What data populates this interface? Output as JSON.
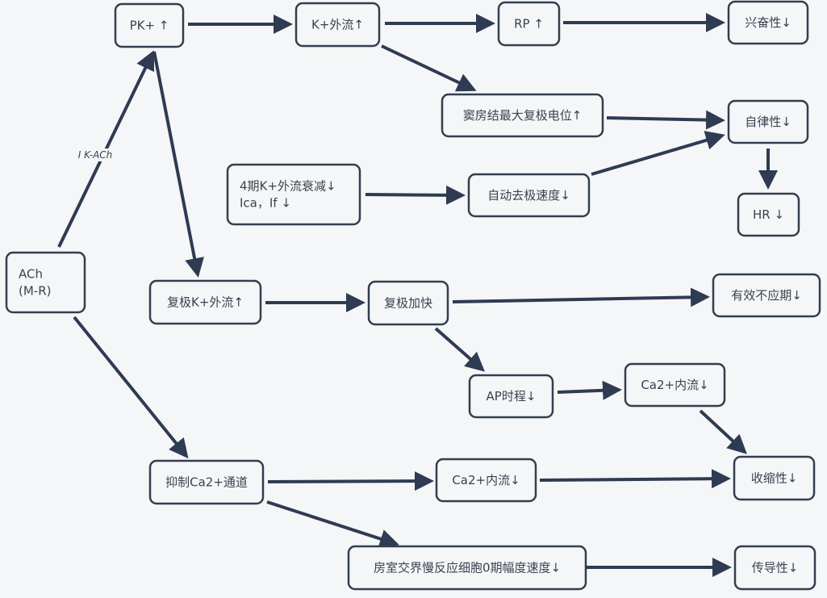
{
  "diagram": {
    "title": "",
    "colors": {
      "stroke": "#333e50",
      "arrow": "#2e3b52",
      "text": "#3a4150",
      "background": "#f5f6f7"
    },
    "nodes": {
      "ach": {
        "lines": [
          "ACh",
          " (M-R)"
        ]
      },
      "pk": {
        "lines": [
          "PK+ ↑"
        ]
      },
      "k_out": {
        "lines": [
          "K+外流↑"
        ]
      },
      "rp": {
        "lines": [
          "RP ↑"
        ]
      },
      "excitability": {
        "lines": [
          "兴奋性↓"
        ]
      },
      "sa_max_repol": {
        "lines": [
          "窦房结最大复极电位↑"
        ]
      },
      "automaticity": {
        "lines": [
          "自律性↓"
        ]
      },
      "phase4": {
        "lines": [
          "4期K+外流衰减↓",
          "Ica，If ↓"
        ]
      },
      "auto_depol": {
        "lines": [
          "自动去极速度↓"
        ]
      },
      "hr": {
        "lines": [
          "HR ↓"
        ]
      },
      "repol_k_out": {
        "lines": [
          "复极K+外流↑"
        ]
      },
      "repol_faster": {
        "lines": [
          "复极加快"
        ]
      },
      "erp": {
        "lines": [
          "有效不应期↓"
        ]
      },
      "ap_duration": {
        "lines": [
          "AP时程↓"
        ]
      },
      "ca_in_1": {
        "lines": [
          "Ca2+内流↓"
        ]
      },
      "inhibit_ca": {
        "lines": [
          "抑制Ca2+通道"
        ]
      },
      "ca_in_2": {
        "lines": [
          "Ca2+内流↓"
        ]
      },
      "contractility": {
        "lines": [
          "收缩性↓"
        ]
      },
      "av_junction": {
        "lines": [
          "房室交界慢反应细胞0期幅度速度↓"
        ]
      },
      "conductivity": {
        "lines": [
          "传导性↓"
        ]
      }
    },
    "edges": [
      {
        "from": "ach",
        "to": "pk",
        "label": "I K-ACh"
      },
      {
        "from": "pk",
        "to": "k_out",
        "label": ""
      },
      {
        "from": "k_out",
        "to": "rp",
        "label": ""
      },
      {
        "from": "rp",
        "to": "excitability",
        "label": ""
      },
      {
        "from": "k_out",
        "to": "sa_max_repol",
        "label": ""
      },
      {
        "from": "sa_max_repol",
        "to": "automaticity",
        "label": ""
      },
      {
        "from": "phase4",
        "to": "auto_depol",
        "label": ""
      },
      {
        "from": "auto_depol",
        "to": "automaticity",
        "label": ""
      },
      {
        "from": "automaticity",
        "to": "hr",
        "label": ""
      },
      {
        "from": "pk",
        "to": "repol_k_out",
        "label": ""
      },
      {
        "from": "repol_k_out",
        "to": "repol_faster",
        "label": ""
      },
      {
        "from": "repol_faster",
        "to": "erp",
        "label": ""
      },
      {
        "from": "repol_faster",
        "to": "ap_duration",
        "label": ""
      },
      {
        "from": "ap_duration",
        "to": "ca_in_1",
        "label": ""
      },
      {
        "from": "ca_in_1",
        "to": "contractility",
        "label": ""
      },
      {
        "from": "ach",
        "to": "inhibit_ca",
        "label": ""
      },
      {
        "from": "inhibit_ca",
        "to": "ca_in_2",
        "label": ""
      },
      {
        "from": "ca_in_2",
        "to": "contractility",
        "label": ""
      },
      {
        "from": "inhibit_ca",
        "to": "av_junction",
        "label": ""
      },
      {
        "from": "av_junction",
        "to": "conductivity",
        "label": ""
      }
    ]
  }
}
